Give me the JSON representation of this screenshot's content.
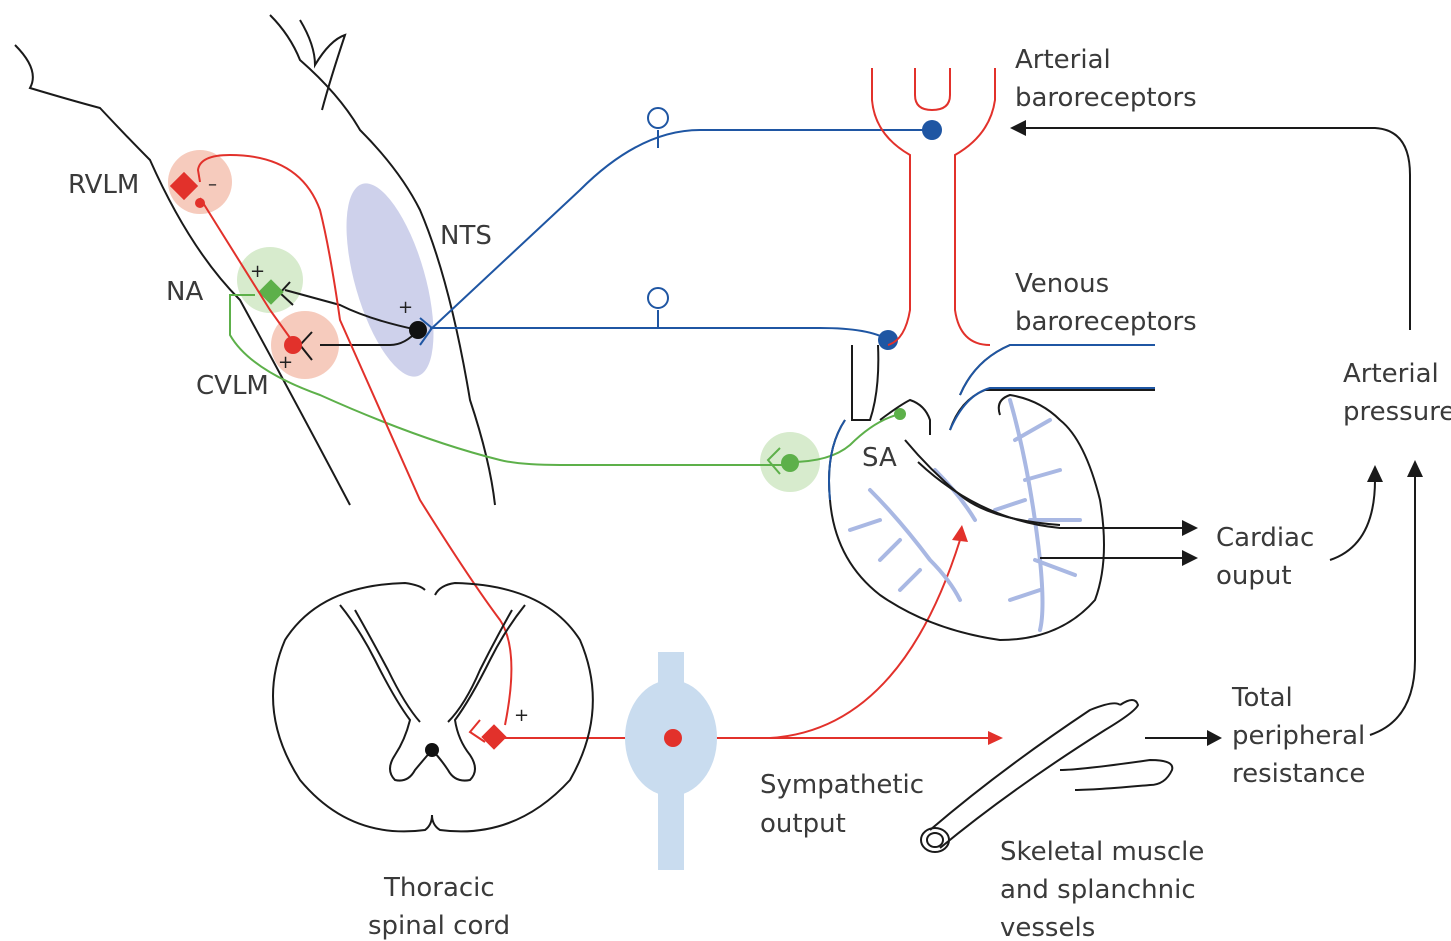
{
  "labels": {
    "rvlm": "RVLM",
    "na": "NA",
    "cvlm": "CVLM",
    "nts": "NTS",
    "sa": "SA",
    "arterial_baro_1": "Arterial",
    "arterial_baro_2": "baroreceptors",
    "venous_baro_1": "Venous",
    "venous_baro_2": "baroreceptors",
    "arterial_pressure_1": "Arterial",
    "arterial_pressure_2": "pressure",
    "cardiac_output_1": "Cardiac",
    "cardiac_output_2": "ouput",
    "tpr_1": "Total",
    "tpr_2": "peripheral",
    "tpr_3": "resistance",
    "sympathetic_1": "Sympathetic",
    "sympathetic_2": "output",
    "thoracic_1": "Thoracic",
    "thoracic_2": "spinal cord",
    "vessels_1": "Skeletal muscle",
    "vessels_2": "and splanchnic",
    "vessels_3": "vessels"
  },
  "signs": {
    "rvlm_minus": "–",
    "na_plus": "+",
    "cvlm_plus": "+",
    "nts_plus": "+",
    "spinal_plus": "+"
  },
  "colors": {
    "sympathetic": "#e2312b",
    "afferent": "#1f56a3",
    "parasympathetic": "#5db04a",
    "outline": "#1a1a1a",
    "nts_region": "#c9cce9",
    "red_halo": "#f6cbbd",
    "green_halo": "#d7ebcd",
    "vessel_blue": "#a9b8e3",
    "ganglion": "#c9dcef"
  }
}
